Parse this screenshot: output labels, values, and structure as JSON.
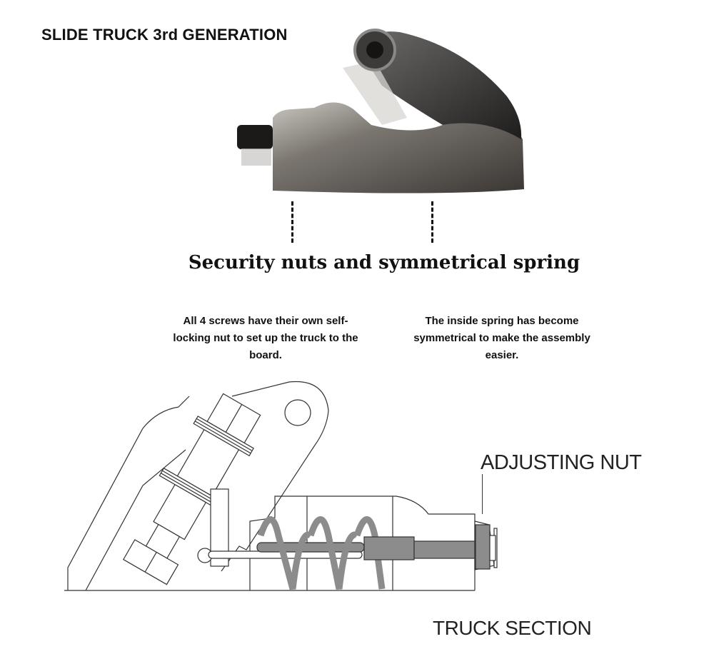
{
  "title": "SLIDE TRUCK 3rd GENERATION",
  "section_heading": "Security nuts and symmetrical spring",
  "notes": [
    {
      "text": "All 4 screws have their own self-locking nut to set up the truck to the board."
    },
    {
      "text": "The inside spring has become symmetrical to make the assembly easier."
    }
  ],
  "diagram": {
    "callout": "ADJUSTING NUT",
    "caption": "TRUCK SECTION"
  },
  "colors": {
    "text": "#111111",
    "line_art": "#333333",
    "spring_fill": "#8c8c8c",
    "photo_metal": "#5a5550"
  }
}
